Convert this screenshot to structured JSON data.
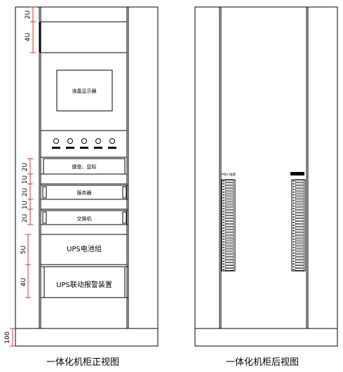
{
  "front": {
    "caption": "一体化机柜正视图",
    "display_label": "液晶显示器",
    "unit_labels": [
      "键盘、鼠标",
      "服务器",
      "交换机",
      "UPS电池组",
      "UPS联动报警装置"
    ],
    "dims": [
      "2U",
      "4U",
      "2U",
      "1U",
      "2U",
      "1U",
      "2U",
      "5U",
      "4U",
      "100"
    ]
  },
  "rear": {
    "caption": "一体化机柜后视图",
    "pdu_label": "PDU 插座"
  }
}
